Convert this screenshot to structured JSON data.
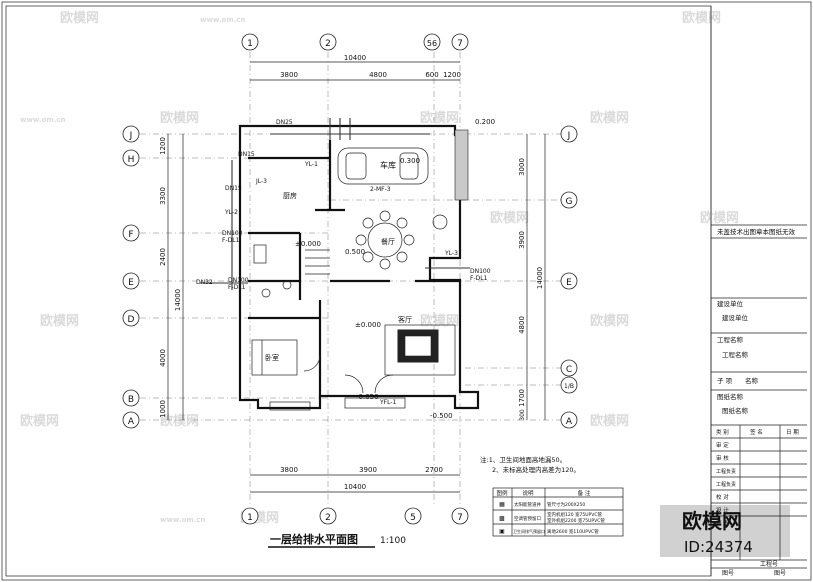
{
  "drawing": {
    "title": "一层给排水平面图",
    "scale": "1:100",
    "top_dims": {
      "total": "10400",
      "segments": [
        "3800",
        "4800",
        "600",
        "1200"
      ]
    },
    "bottom_dims": {
      "total": "10400",
      "segments": [
        "3800",
        "3900",
        "2700"
      ]
    },
    "left_dims": {
      "total": "14000",
      "segments": [
        "1200",
        "3300",
        "2400",
        "4000",
        "1000"
      ]
    },
    "right_dims": {
      "total": "14000",
      "segments": [
        "3000",
        "3900",
        "4800",
        "1700",
        "300"
      ]
    },
    "axis_top": [
      "1",
      "2",
      "56",
      "7"
    ],
    "axis_bottom": [
      "1",
      "2",
      "5",
      "7"
    ],
    "axis_left": [
      "J",
      "H",
      "F",
      "E",
      "D",
      "B",
      "A"
    ],
    "axis_right": [
      "J",
      "G",
      "E",
      "C",
      "1/B",
      "A"
    ],
    "rooms": {
      "garage": "车库",
      "kitchen": "厨房",
      "dining": "餐厅",
      "living": "客厅",
      "bedroom": "卧室"
    },
    "levels": [
      "0.200",
      "0.300",
      "±0.000",
      "0.500",
      "±0.000",
      "-0.050",
      "-0.500"
    ],
    "pipe_labels": [
      "DN25",
      "DN15",
      "JL-3",
      "YL-1",
      "2-MF-3",
      "DN15",
      "YL-2",
      "DN100",
      "F-DL1",
      "DN100",
      "F-DL1",
      "YL-3",
      "DN100",
      "F-DL1",
      "DN32",
      "YFL-1"
    ],
    "notes": [
      "注:1、卫生间地面高地漏50。",
      "2、未标高处理内高差为120。"
    ],
    "legend": {
      "headers": [
        "图例",
        "说明",
        "备 注"
      ],
      "rows": [
        [
          "▦",
          "太阳能管道井",
          "管尺寸为200X250"
        ],
        [
          "▩",
          "空调管预留口",
          "室内机组120 宽75UPVC管"
        ],
        [
          "",
          "",
          "室外机组2200 宽75UPVC管"
        ],
        [
          "▣",
          "卫生间排气预留口",
          "离地2600 宽110UPVC管"
        ]
      ]
    }
  },
  "title_block": {
    "stamp_note": "未盖技术出图章本图纸无效",
    "rows": [
      {
        "label": "建设单位",
        "value": "建设单位"
      },
      {
        "label": "工程名称",
        "value": "工程名称"
      },
      {
        "label": "子 项",
        "value": "名称"
      },
      {
        "label": "图纸名称",
        "value": "图纸名称"
      }
    ],
    "sign_headers": [
      "类 别",
      "签 名",
      "日 期"
    ],
    "sign_rows": [
      "审 定",
      "审 核",
      "工程负责",
      "工程负责",
      "校 对",
      "设 计",
      "制 图"
    ],
    "bottom": {
      "project_no_label": "工程号",
      "drawing_no_label": "图号"
    }
  },
  "watermark": {
    "brand": "欧模网",
    "url": "www.om.cn",
    "corner_brand": "欧模网",
    "corner_id": "ID:24374"
  }
}
